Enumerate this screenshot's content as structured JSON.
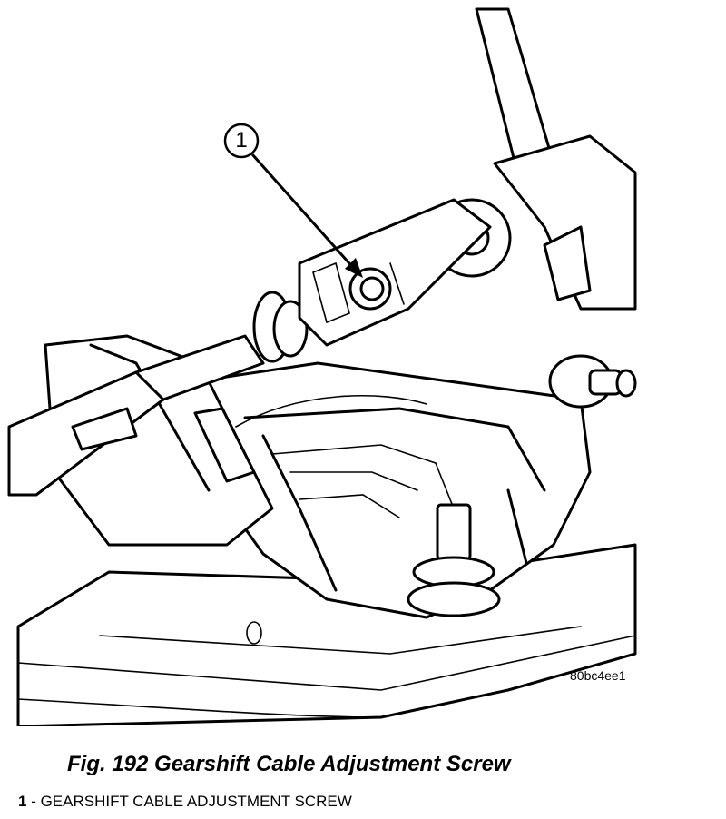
{
  "figure": {
    "caption": "Fig. 192 Gearshift Cable Adjustment Screw",
    "image_code": "80bc4ee1",
    "callouts": [
      {
        "number": "1",
        "label": "GEARSHIFT CABLE ADJUSTMENT SCREW"
      }
    ],
    "legend_separator": " - "
  }
}
